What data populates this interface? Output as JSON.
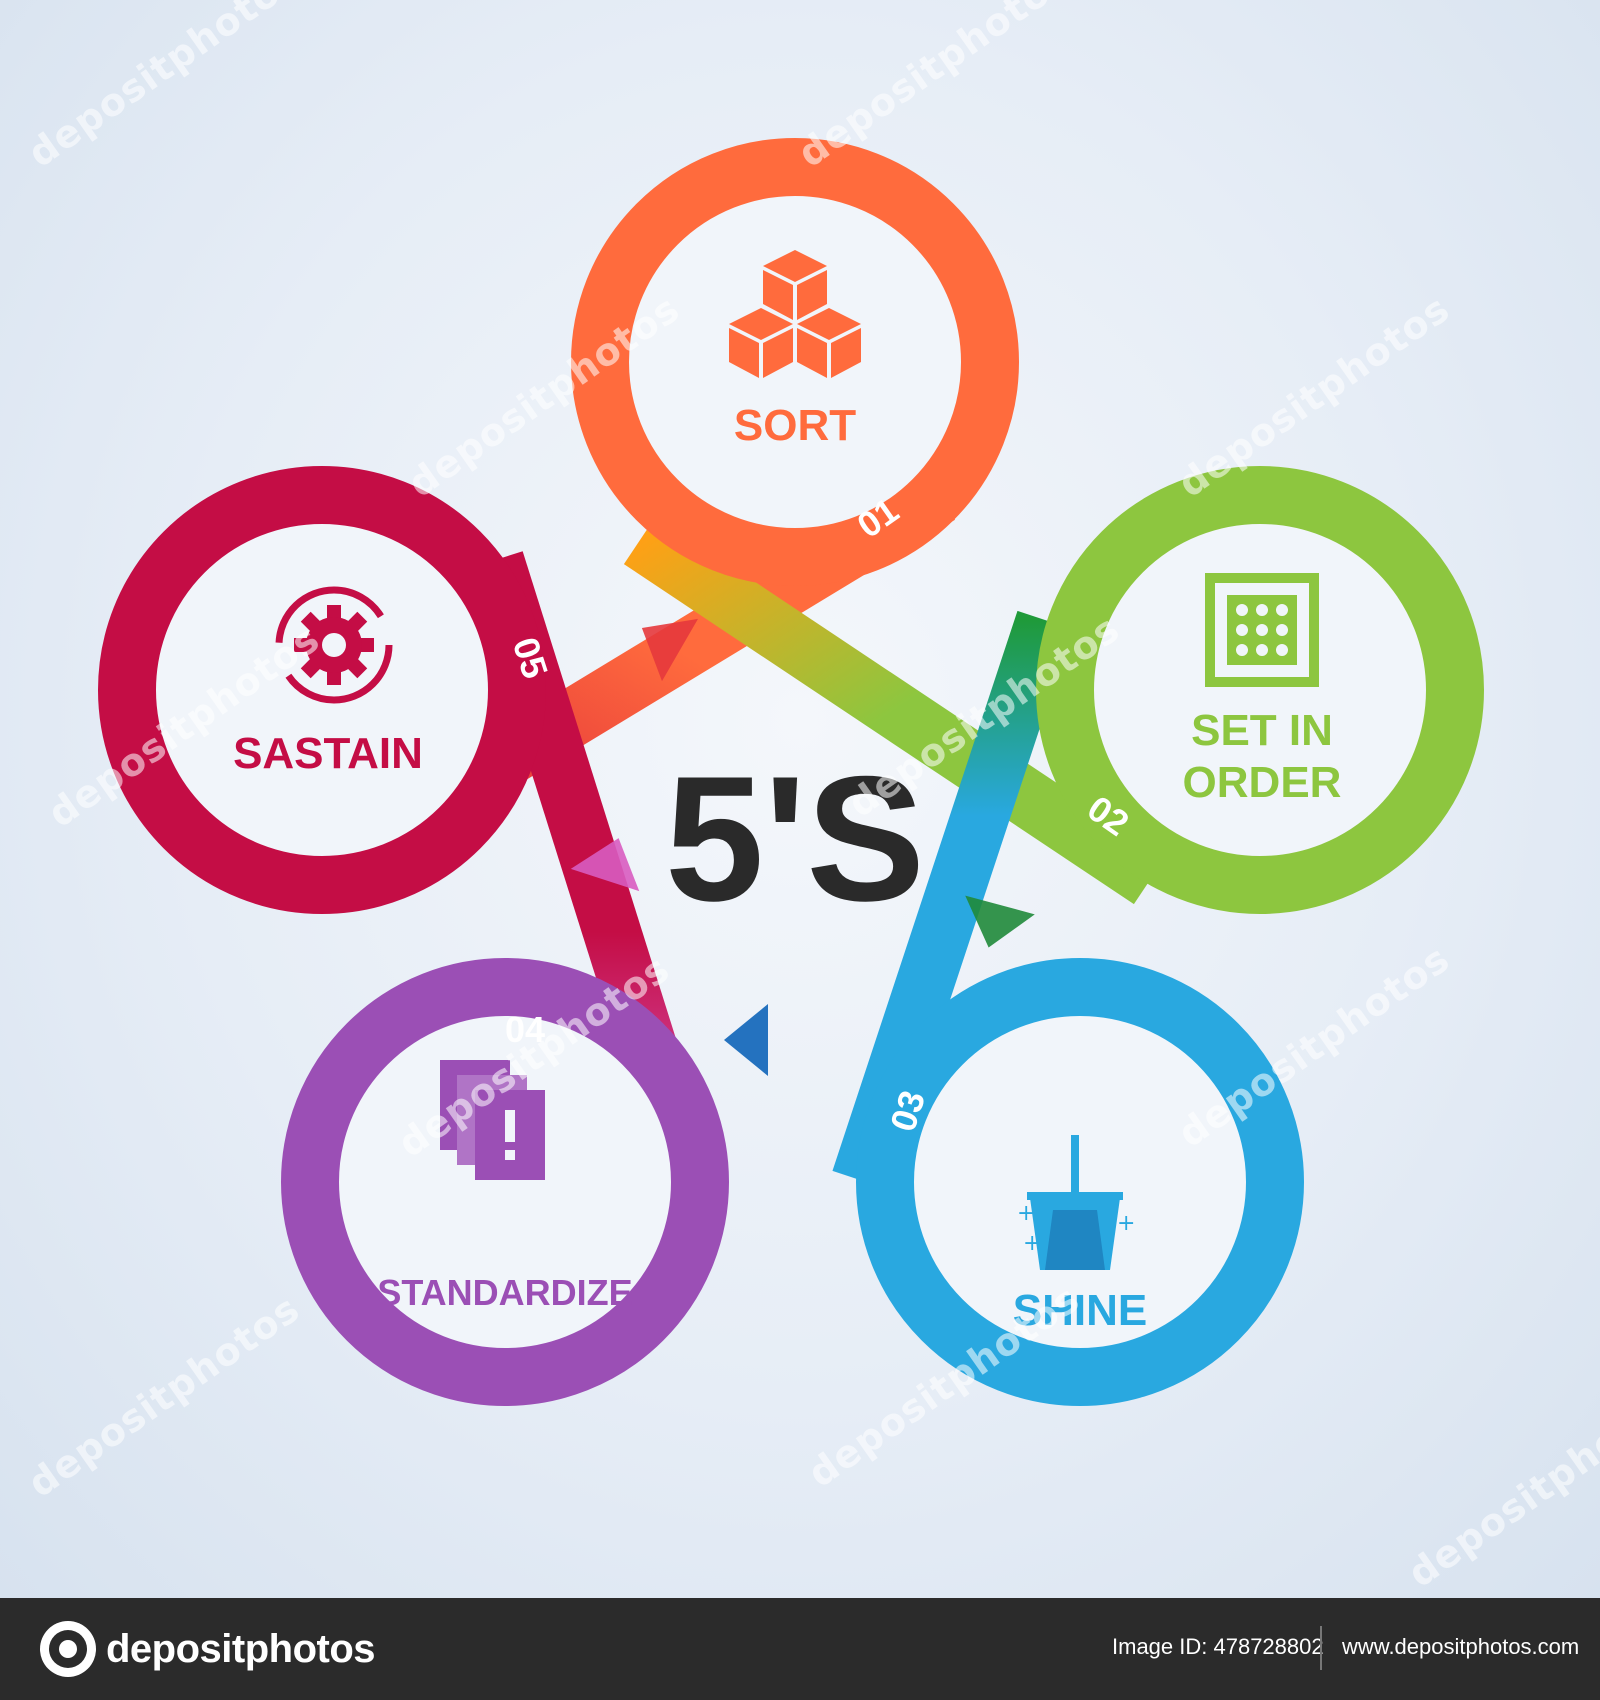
{
  "center_title": "5'S",
  "steps": [
    {
      "num": "01",
      "label_lines": [
        "SORT"
      ],
      "color": "#ff6b3d",
      "icon": "cubes-icon"
    },
    {
      "num": "02",
      "label_lines": [
        "SET IN",
        "ORDER"
      ],
      "color": "#8dc63f",
      "icon": "grid-shapes-icon"
    },
    {
      "num": "03",
      "label_lines": [
        "SHINE"
      ],
      "color": "#29a8e0",
      "icon": "mop-bucket-icon"
    },
    {
      "num": "04",
      "label_lines": [
        "STANDARDIZE"
      ],
      "color": "#9b4fb5",
      "icon": "documents-icon"
    },
    {
      "num": "05",
      "label_lines": [
        "SASTAIN"
      ],
      "color": "#c40d45",
      "icon": "gear-cycle-icon"
    }
  ],
  "footer": {
    "logo_text": "depositphotos",
    "image_id": "Image ID: 478728802",
    "url": "www.depositphotos.com"
  },
  "watermark_text": "depositphotos"
}
